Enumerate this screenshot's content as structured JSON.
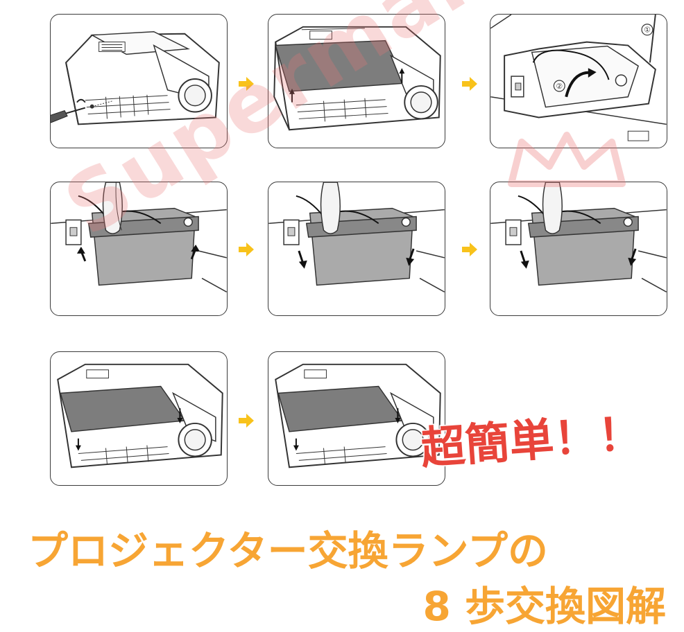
{
  "watermark": "Supermall",
  "callout": "超簡単！！",
  "title_line1": "プロジェクター交換ランプの",
  "title_line2": "8 歩交換図解",
  "steps": [
    {
      "name": "step-1",
      "marker": ""
    },
    {
      "name": "step-2",
      "marker": ""
    },
    {
      "name": "step-3",
      "marker_a": "①",
      "marker_b": "②"
    },
    {
      "name": "step-4",
      "marker": ""
    },
    {
      "name": "step-5",
      "marker": ""
    },
    {
      "name": "step-6",
      "marker": ""
    },
    {
      "name": "step-7",
      "marker": ""
    },
    {
      "name": "step-8",
      "marker": ""
    }
  ],
  "colors": {
    "arrow": "#f8c21b",
    "callout": "#e8443a",
    "title": "#f7a534",
    "watermark": "#eb7878",
    "line": "#3a3a3a",
    "cover": "#7d7d7d"
  },
  "icons": [
    "yellow-arrow-icon",
    "screwdriver-icon",
    "rotate-arrow-icon",
    "crown-icon"
  ]
}
